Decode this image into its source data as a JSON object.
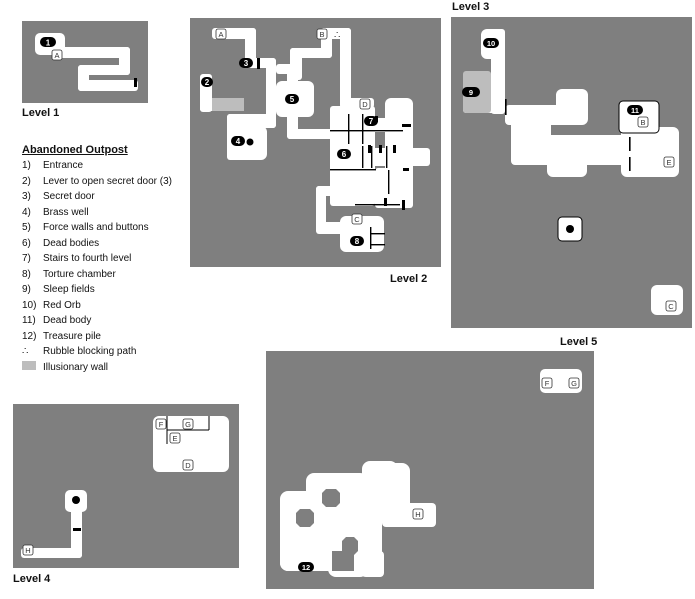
{
  "level_titles": {
    "l1": "Level 1",
    "l2": "Level 2",
    "l3": "Level 3",
    "l4": "Level 4",
    "l5": "Level 5"
  },
  "legend": {
    "title": "Abandoned Outpost",
    "items": [
      {
        "key": "1)",
        "label": "Entrance"
      },
      {
        "key": "2)",
        "label": "Lever to open secret door (3)"
      },
      {
        "key": "3)",
        "label": "Secret door"
      },
      {
        "key": "4)",
        "label": "Brass well"
      },
      {
        "key": "5)",
        "label": "Force walls and buttons"
      },
      {
        "key": "6)",
        "label": "Dead bodies"
      },
      {
        "key": "7)",
        "label": "Stairs to fourth level"
      },
      {
        "key": "8)",
        "label": "Torture chamber"
      },
      {
        "key": "9)",
        "label": "Sleep fields"
      },
      {
        "key": "10)",
        "label": "Red Orb"
      },
      {
        "key": "11)",
        "label": "Dead body"
      },
      {
        "key": "12)",
        "label": "Treasure pile"
      }
    ],
    "rubble": {
      "symbol": "∴",
      "label": "Rubble blocking path"
    },
    "illusionary": {
      "label": "Illusionary wall"
    }
  },
  "markers": {
    "m1": "1",
    "m2": "2",
    "m3": "3",
    "m4": "4",
    "m5": "5",
    "m6": "6",
    "m7": "7",
    "m8": "8",
    "m9": "9",
    "m10": "10",
    "m11": "11",
    "m12": "12"
  },
  "tags": {
    "A": "A",
    "B": "B",
    "C": "C",
    "D": "D",
    "E": "E",
    "F": "F",
    "G": "G",
    "H": "H"
  },
  "rubble_symbol": "∴",
  "colors": {
    "rock": "#7f7f7f",
    "floor": "#ffffff",
    "illusionary": "#bdbdbd",
    "wall": "#000000"
  }
}
